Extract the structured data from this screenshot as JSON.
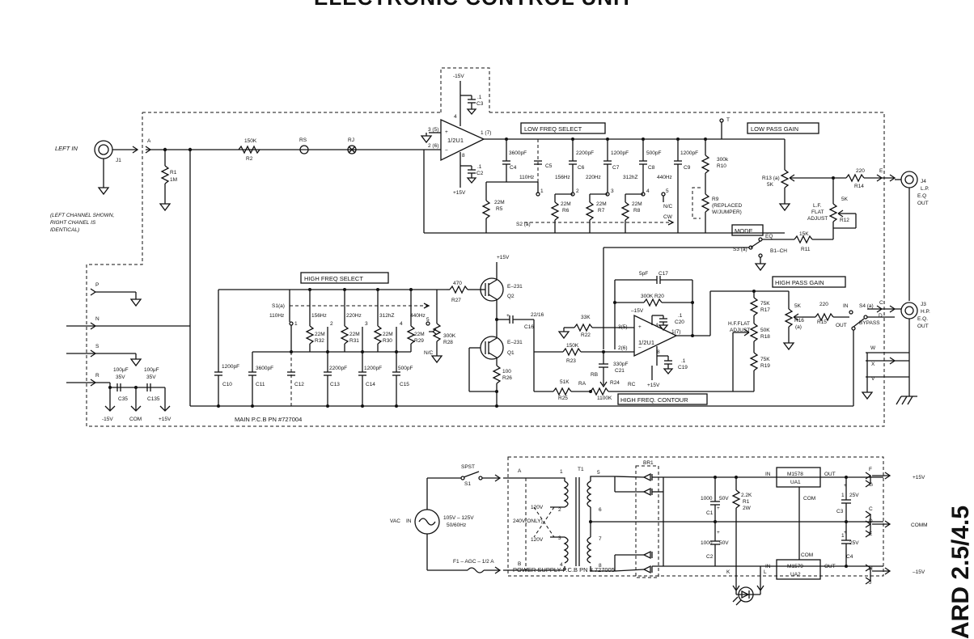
{
  "title": "ELECTRONIC CONTROL UNIT",
  "side_text": "ARD 2.5/4.5",
  "boxes": {
    "low_freq_select": "LOW FREQ SELECT",
    "low_pass_gain": "LOW PASS GAIN",
    "mode": "MODE",
    "high_freq_select": "HIGH FREQ  SELECT",
    "high_pass_gain": "HIGH PASS GAIN",
    "high_freq_contour": "HIGH FREQ. CONTOUR"
  },
  "notes": {
    "left_in": "LEFT IN",
    "channel_note": [
      "(LEFT CHANNEL SHOWN,",
      "RIGHT CHANEL IS",
      "IDENTICAL)"
    ],
    "main_pcb": "MAIN P.C.B PN #727004",
    "power_pcb": "POWER SUPPLY P.C.B PN # 727005"
  },
  "labels": {
    "J1": "J1",
    "A": "A",
    "R1": "R1",
    "R1v": "1M",
    "R2v": "150K",
    "R2": "R2",
    "RS": "RS",
    "RJ": "RJ",
    "plus15": "+15V",
    "minus15": "-15V",
    "minus15b": "–15V",
    "U1": "1/2U1",
    "p7": "1 (7)",
    "p35": "3 (5)",
    "p26": "2 (6)",
    "p4": "4",
    "p8": "8",
    "C3": "C3",
    "C3v": ".1",
    "C2": "C2",
    "C2v": ".1",
    "C4v": "3600pF",
    "C4": "C4",
    "C5": "C5",
    "C6v": "2200pF",
    "C6": "C6",
    "C7v": "1200pF",
    "C7": "C7",
    "C8v": "500pF",
    "C8": "C8",
    "C9v": "1200pF",
    "C9": "C9",
    "T": "T",
    "R10v": "300k",
    "R10": "R10",
    "R9": "R9",
    "R9n1": "(REPLACED",
    "R9n2": "W/JUMPER)",
    "f110": "110Hz",
    "f156": "156Hz",
    "f220": "220Hz",
    "f312": "312hZ",
    "f440": "440Hz",
    "n1": "1",
    "n2": "2",
    "n3": "3",
    "n4": "4",
    "n5": "5",
    "NC": "N/C",
    "R5v": "22M",
    "R5": "R5",
    "R6v": "22M",
    "R6": "R6",
    "R7v": "22M",
    "R7": "R7",
    "R8v": "22M",
    "R8": "R8",
    "S2a": "S2 (a)",
    "CW": "CW",
    "R13": "R13 (a)",
    "R13v": "5K",
    "R14v": "220",
    "R14": "R14",
    "E": "E",
    "J4": "J4",
    "J4a": "L.P.",
    "J4b": "E.Q",
    "J4c": "OUT",
    "lf1": "L.F.",
    "lf2": "FLAT",
    "lf3": "ADJUST",
    "R12v": "5K",
    "R12": "R12",
    "EQ": "EQ",
    "S3a": "S3 (a)",
    "B1CH": "B1–CH",
    "R11v": "15K",
    "R11": "R11",
    "P": "P",
    "N": "N",
    "S": "S",
    "R": "R",
    "C35a": "100μF",
    "C35b": "35V",
    "C35": "C35",
    "C135a": "100μF",
    "C135b": "35V",
    "C135": "C135",
    "m15": "-15V",
    "COM": "COM",
    "p15": "+15V",
    "S1a": "S1(a)",
    "f110b": "110Hz",
    "f156b": "156Hz",
    "f220b": "220Hz",
    "f312b": "312hZ",
    "f440b": "440Hz",
    "R32v": "22M",
    "R32": "R32",
    "R31v": "22M",
    "R31": "R31",
    "R30v": "22M",
    "R30": "R30",
    "R29v": "22M",
    "R29": "R29",
    "R28v": "300K",
    "R28": "R28",
    "C10v": "1200pF",
    "C10": "C10",
    "C11v": "3600pF",
    "C11": "C11",
    "C12": "C12",
    "C13v": "2200pF",
    "C13": "C13",
    "C14v": "1200pF",
    "C14": "C14",
    "C15v": "500pF",
    "C15": "C15",
    "R27v": "470",
    "R27": "R27",
    "Q2": "Q2",
    "E231a": "E–231",
    "Q1": "Q1",
    "E231b": "E–231",
    "C16v": "22/16",
    "C16": "C16",
    "R26v": "100",
    "R26": "R26",
    "R22v": "33K",
    "R22": "R22",
    "R23v": "150K",
    "R23": "R23",
    "R25v": "51K",
    "R25": "R25",
    "RA": "RA",
    "RB": "RB",
    "R24": "R24",
    "R24v": "1100K",
    "RC": "RC",
    "C21v": "330pF",
    "C21": "C21",
    "C17v": "5pF",
    "C17": "C17",
    "R20": "300K R20",
    "C20": "C20",
    "C20v": ".1",
    "C19": "C19",
    "C19v": ".1",
    "p35b": "3(5)",
    "p26b": "2(6)",
    "p17": "1(7)",
    "hf1": "H.F.FLAT",
    "hf2": "ADJUST",
    "R17v": "75K",
    "R17": "R17",
    "R18v": "50K",
    "R18": "R18",
    "R19v": "75K",
    "R19": "R19",
    "R16v": "5K",
    "R16": "R16",
    "R16a": "(a)",
    "R15v": "220",
    "R15": "R15",
    "IN": "IN",
    "OUT": "OUT",
    "S4a": "S4 (a)",
    "BYPASS": "BYPASS",
    "C": "C",
    "D": "D",
    "J3": "J3",
    "J3a": "H.P.",
    "J3b": "E.Q.",
    "J3c": "OUT",
    "W": "W",
    "X": "X",
    "V": "V",
    "SPST": "SPST",
    "S1": "S1",
    "VAC": "VAC",
    "INv": "IN",
    "vac1": "105V – 125V",
    "vac2": "50/60Hz",
    "F1": "F1 – AGC – 1/2 A",
    "PA": "A",
    "PB": "B",
    "T1": "T1",
    "t1": "1",
    "t2": "2",
    "t3": "3",
    "t4": "4",
    "t5": "5",
    "t6": "6",
    "t7": "7",
    "t8": "8",
    "v120a": "120V",
    "v240": "240V(ONLY)",
    "v120b": "120V",
    "BR1": "BR1",
    "C1v": "1000",
    "C1s": "50V",
    "C1": "C1",
    "C2pv": "1000",
    "C2ps": "50V",
    "C2p": "C2",
    "R1p": "2.2K",
    "R1pn": "R1",
    "R1pw": "2W",
    "UA1a": "M1578",
    "UA1b": "UA1",
    "UA2a": "M1579",
    "UA2b": "UA2",
    "INa": "IN",
    "OUTa": "OUT",
    "COMa": "COM",
    "INb": "IN",
    "OUTb": "OUT",
    "COMb": "COM",
    "C3p": "C3",
    "C3pv": "1",
    "C3ps": "25V",
    "C4p": "C4",
    "C4pv": "1",
    "C4ps": "25V",
    "F": "F",
    "G": "G",
    "Cc": "C",
    "Dd": "D",
    "Ee": "E",
    "H": "H",
    "J": "J",
    "K": "K",
    "L": "L",
    "o15": "+15V",
    "oCOMM": "COMM",
    "om15": "–15V"
  }
}
